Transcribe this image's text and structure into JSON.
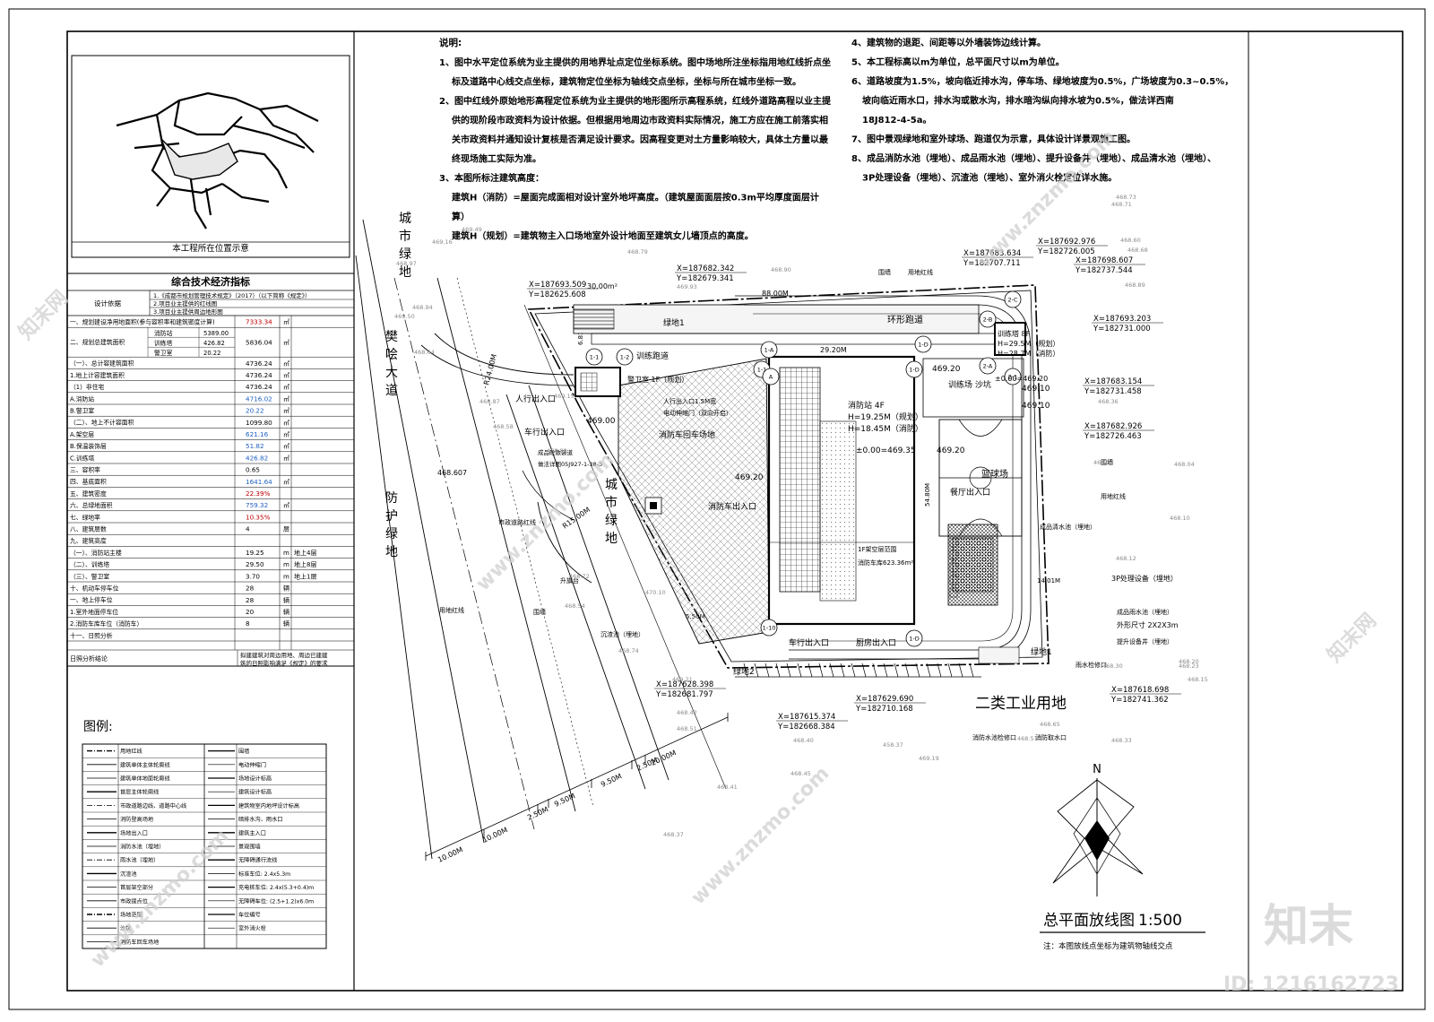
{
  "sheet": {
    "title": "总平面放线图",
    "scale": "1:500",
    "note": "注：本图放线点坐标为建筑物轴线交点",
    "north": "N",
    "watermark_logo": "知末",
    "watermark_id": "ID: 1216162723",
    "watermark_text": "www.znzmo.com",
    "watermark_cn": "知末网"
  },
  "location": {
    "caption": "本工程所在位置示意"
  },
  "tech_table": {
    "title": "综合技术经济指标",
    "basis_label": "设计依据",
    "basis_items": [
      "1.《成都市规划管理技术规定》（2017）（以下简称《规定》）",
      "2.项目业主提供的红线图",
      "3.项目业主提供周边地形图"
    ],
    "rows": [
      {
        "name": "一、规划建设净用地面积(参与容积率和建筑密度计算)",
        "value": "7333.34",
        "unit": "㎡",
        "color": "#c00000"
      },
      {
        "name": "二、规划总建筑面积",
        "sub": [
          [
            "消防站",
            "5389.00"
          ],
          [
            "训练塔",
            "426.82"
          ],
          [
            "警卫室",
            "20.22"
          ]
        ],
        "value": "5836.04",
        "unit": "㎡"
      },
      {
        "name": "（一）、总计容建筑面积",
        "value": "4736.24",
        "unit": "㎡"
      },
      {
        "name": "1.地上计容建筑面积",
        "value": "4736.24",
        "unit": "㎡"
      },
      {
        "name": "（1）非住宅",
        "value": "4736.24",
        "unit": "㎡"
      },
      {
        "name": "A.消防站",
        "value": "4716.02",
        "unit": "㎡",
        "color": "#1f5fbf"
      },
      {
        "name": "B.警卫室",
        "value": "20.22",
        "unit": "㎡",
        "color": "#1f5fbf"
      },
      {
        "name": "（二）、地上不计容面积",
        "value": "1099.80",
        "unit": "㎡"
      },
      {
        "name": "A.架空层",
        "value": "621.16",
        "unit": "㎡",
        "color": "#1f5fbf"
      },
      {
        "name": "B.保温装饰层",
        "value": "51.82",
        "unit": "㎡",
        "color": "#1f5fbf"
      },
      {
        "name": "C.训练塔",
        "value": "426.82",
        "unit": "㎡",
        "color": "#1f5fbf"
      },
      {
        "name": "三、容积率",
        "value": "0.65",
        "unit": ""
      },
      {
        "name": "四、基底面积",
        "value": "1641.64",
        "unit": "㎡",
        "color": "#1f5fbf"
      },
      {
        "name": "五、建筑密度",
        "value": "22.39%",
        "unit": "",
        "color": "#c00000"
      },
      {
        "name": "六、总绿地面积",
        "value": "759.32",
        "unit": "㎡",
        "color": "#1f5fbf"
      },
      {
        "name": "七、绿地率",
        "value": "10.35%",
        "unit": "",
        "color": "#c00000"
      },
      {
        "name": "八、建筑层数",
        "value": "4",
        "unit": "层"
      },
      {
        "name": "九、建筑高度",
        "value": "",
        "unit": ""
      },
      {
        "name": "（一）、消防站主楼",
        "value": "19.25",
        "unit": "m",
        "extra": "地上4层"
      },
      {
        "name": "（二）、训练塔",
        "value": "29.50",
        "unit": "m",
        "extra": "地上8层"
      },
      {
        "name": "（三）、警卫室",
        "value": "3.70",
        "unit": "m",
        "extra": "地上1层"
      },
      {
        "name": "十、机动车停车位",
        "value": "28",
        "unit": "辆"
      },
      {
        "name": "一、地上停车位",
        "value": "28",
        "unit": "辆"
      },
      {
        "name": "1.室外地面停车位",
        "value": "20",
        "unit": "辆"
      },
      {
        "name": "2.消防车库车位（消防车）",
        "value": "8",
        "unit": "辆"
      },
      {
        "name": "十一、日照分析",
        "value": "",
        "unit": ""
      }
    ],
    "sunlight_label": "日照分析结论",
    "sunlight_text_1": "拟建建筑对周边用地、周边已建建",
    "sunlight_text_2": "筑的日照影响满足《规定》的要求"
  },
  "legend": {
    "title": "图例:",
    "left": [
      "用地红线",
      "建筑单体主体轮廓线",
      "建筑单体地面轮廓线",
      "首层主体轮廓线",
      "市政道路边线、道路中心线",
      "消防登高场地",
      "场地出入口",
      "消防水池（埋地）",
      "雨水池（埋地）",
      "沉渣池",
      "首层架空部分",
      "市政提点位",
      "场地范围",
      "沙坑",
      "消防车回车场地"
    ],
    "right": [
      "围墙",
      "电动伸缩门",
      "场地设计标高",
      "建筑设计标高",
      "建筑物室内地坪设计标高",
      "暗排水沟、雨水口",
      "建筑主入口",
      "景观围墙",
      "无障碍通行流线",
      "标准车位: 2.4x5.3m",
      "充电桩车位: 2.4x(5.3+0.4)m",
      "无障碍车位: (2.5+1.2)x6.0m",
      "车位编号",
      "室外消火栓"
    ]
  },
  "notes": {
    "heading": "说明:",
    "left": [
      "1、图中水平定位系统为业主提供的用地界址点定位坐标系统。图中场地所注坐标指用地红线折点坐",
      "标及道路中心线交点坐标，建筑物定位坐标为轴线交点坐标，坐标与所在城市坐标一致。",
      "2、图中红线外原始地形高程定位系统为业主提供的地形图所示高程系统，红线外道路高程以业主提",
      "供的现阶段市政资料为设计依据。但根据用地周边市政资料实际情况，施工方应在施工前落实相",
      "关市政资料并通知设计复核是否满足设计要求。因高程变更对土方量影响较大，具体土方量以最",
      "终现场施工实际为准。",
      "3、本图所标注建筑高度：",
      "建筑H（消防）=屋面完成面相对设计室外地坪高度。（建筑屋面面层按0.3m平均厚度面层计",
      "算）",
      "建筑H（规划）=建筑物主入口场地室外设计地面至建筑女儿墙顶点的高度。"
    ],
    "right": [
      "4、建筑物的退距、间距等以外墙装饰边线计算。",
      "5、本工程标高以m为单位，总平面尺寸以m为单位。",
      "6、道路坡度为1.5%，坡向临近排水沟，停车场、绿地坡度为0.5%，广场坡度为0.3~0.5%，",
      "坡向临近雨水口，排水沟或散水沟，排水暗沟纵向排水坡为0.5%，做法详西南",
      "18J812-4-5a。",
      "7、图中景观绿地和室外球场、跑道仅为示意，具体设计详景观施工图。",
      "8、成品消防水池（埋地）、成品雨水池（埋地）、提升设备井（埋地）、成品清水池（埋地）、",
      "3P处理设备（埋地）、沉渣池（埋地）、室外消火栓定位详水施。"
    ]
  },
  "plan": {
    "roads": {
      "city_green_1": "城市绿地",
      "fanhan_ave": "樊哙大道",
      "protect_green": "防护绿地",
      "city_green_2": "城市绿地",
      "industrial": "二类工业用地"
    },
    "dims": [
      "10.00M",
      "10.00M",
      "2.50M",
      "9.50M",
      "9.50M",
      "2.50M",
      "20.00M",
      "88.00M",
      "29.20M",
      "R24.00M",
      "R15.00M",
      "12.50M",
      "5.50M",
      "14.01M",
      "30.00m²",
      "54.80M",
      "6.81M"
    ],
    "labels": {
      "green1_top": "绿地1",
      "green1_bottom": "绿地1",
      "green2": "绿地2",
      "ring_road": "环形跑道",
      "train_track": "训练跑道",
      "fire_station": "消防站 4F",
      "fs_h1": "H=19.25M（规划）",
      "fs_h2": "H=18.45M（消防）",
      "fs_level": "±0.00=469.35",
      "tower": "训练塔 8F",
      "tower_h1": "H=29.5M（规划）",
      "tower_h2": "H=28.7M（消防）",
      "tower_level": "±0.00=469.20",
      "training_sand": "训练场 沙坑",
      "basketball": "篮球场",
      "guard": "警卫室 1F（规划）",
      "ped_entry": "人行出入口",
      "veh_entry": "车行出入口",
      "fire_exit": "消防车回车场地",
      "fire_out": "消防车出入口",
      "kitchen_entry": "厨房出入口",
      "car_entry": "车行出入口",
      "dining_exit": "餐厅出入口",
      "fireground": "1F架空层范围",
      "firearea": "消防车库623.36m²",
      "ped_width": "人行出入口1.5M宽",
      "gate": "电动伸缩门（双向开启）",
      "reflect": "成品砼散装道",
      "reflect2": "做法详图05J927-1-38-3",
      "wall": "围墙",
      "red_line": "用地红线",
      "clarifier": "沉渣池（埋地）",
      "threeP": "3P处理设备（埋地）",
      "rain_tank": "成品雨水池（埋地）",
      "dims_tank": "外形尺寸 2X2X3m",
      "lift": "提升设备井（埋地）",
      "clear": "成品清水池（埋地）",
      "inlet1": "雨水检修口",
      "inlet2": "消防水池检修口",
      "inlet3": "消防取水口",
      "flagpole": "升旗台",
      "municipal": "市政道路红线",
      "h1": "469.00",
      "h2": "469.20",
      "h3": "469.20",
      "h4": "469.10",
      "h5": "469.20",
      "h6": "469.10",
      "offsite": "468.607"
    },
    "coords": [
      {
        "x": "X=187693.509",
        "y": "Y=182625.608"
      },
      {
        "x": "X=187682.342",
        "y": "Y=182679.341"
      },
      {
        "x": "X=187683.634",
        "y": "Y=182707.711"
      },
      {
        "x": "X=187692.976",
        "y": "Y=182726.005"
      },
      {
        "x": "X=187698.607",
        "y": "Y=182737.544"
      },
      {
        "x": "X=187693.203",
        "y": "Y=182731.000"
      },
      {
        "x": "X=187683.154",
        "y": "Y=182731.458"
      },
      {
        "x": "X=187682.926",
        "y": "Y=182726.463"
      },
      {
        "x": "X=187618.698",
        "y": "Y=182741.362"
      },
      {
        "x": "X=187629.690",
        "y": "Y=182710.168"
      },
      {
        "x": "X=187615.374",
        "y": "Y=182668.384"
      },
      {
        "x": "X=187628.398",
        "y": "Y=182681.797"
      }
    ],
    "elev_points": [
      "469.49",
      "468.97",
      "469.16",
      "468.94",
      "469.50",
      "468.87",
      "468.58",
      "469.15",
      "468.88",
      "468.79",
      "468.90",
      "469.93",
      "468.64",
      "468.73",
      "468.60",
      "468.71",
      "468.68",
      "468.89",
      "468.36",
      "468.34",
      "468.04",
      "468.10",
      "468.12",
      "468.72",
      "470.10",
      "468.54",
      "468.74",
      "469.21",
      "468.42",
      "468.51",
      "468.45",
      "468.41",
      "468.37",
      "468.40",
      "468.33",
      "468.30",
      "469.19",
      "468.20",
      "468.15",
      "468.23",
      "458.37",
      "468.51",
      "468.65"
    ]
  }
}
